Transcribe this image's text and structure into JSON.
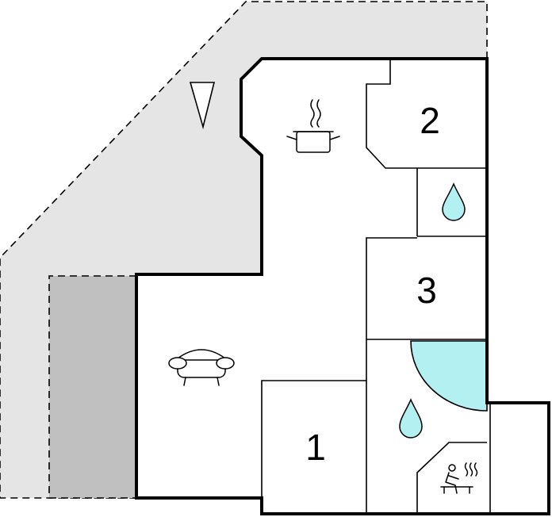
{
  "floorplan": {
    "rooms": [
      {
        "label": "1"
      },
      {
        "label": "2"
      },
      {
        "label": "3"
      }
    ],
    "icons": [
      "north-arrow-icon",
      "cooking-pot-icon",
      "sofa-icon",
      "water-drop-icon",
      "sauna-icon"
    ]
  },
  "colors": {
    "terrace": "#e5e5e5",
    "carport": "#c0c0c0",
    "walls": "#000000",
    "water": "#b3f0f2",
    "floor": "#ffffff"
  }
}
